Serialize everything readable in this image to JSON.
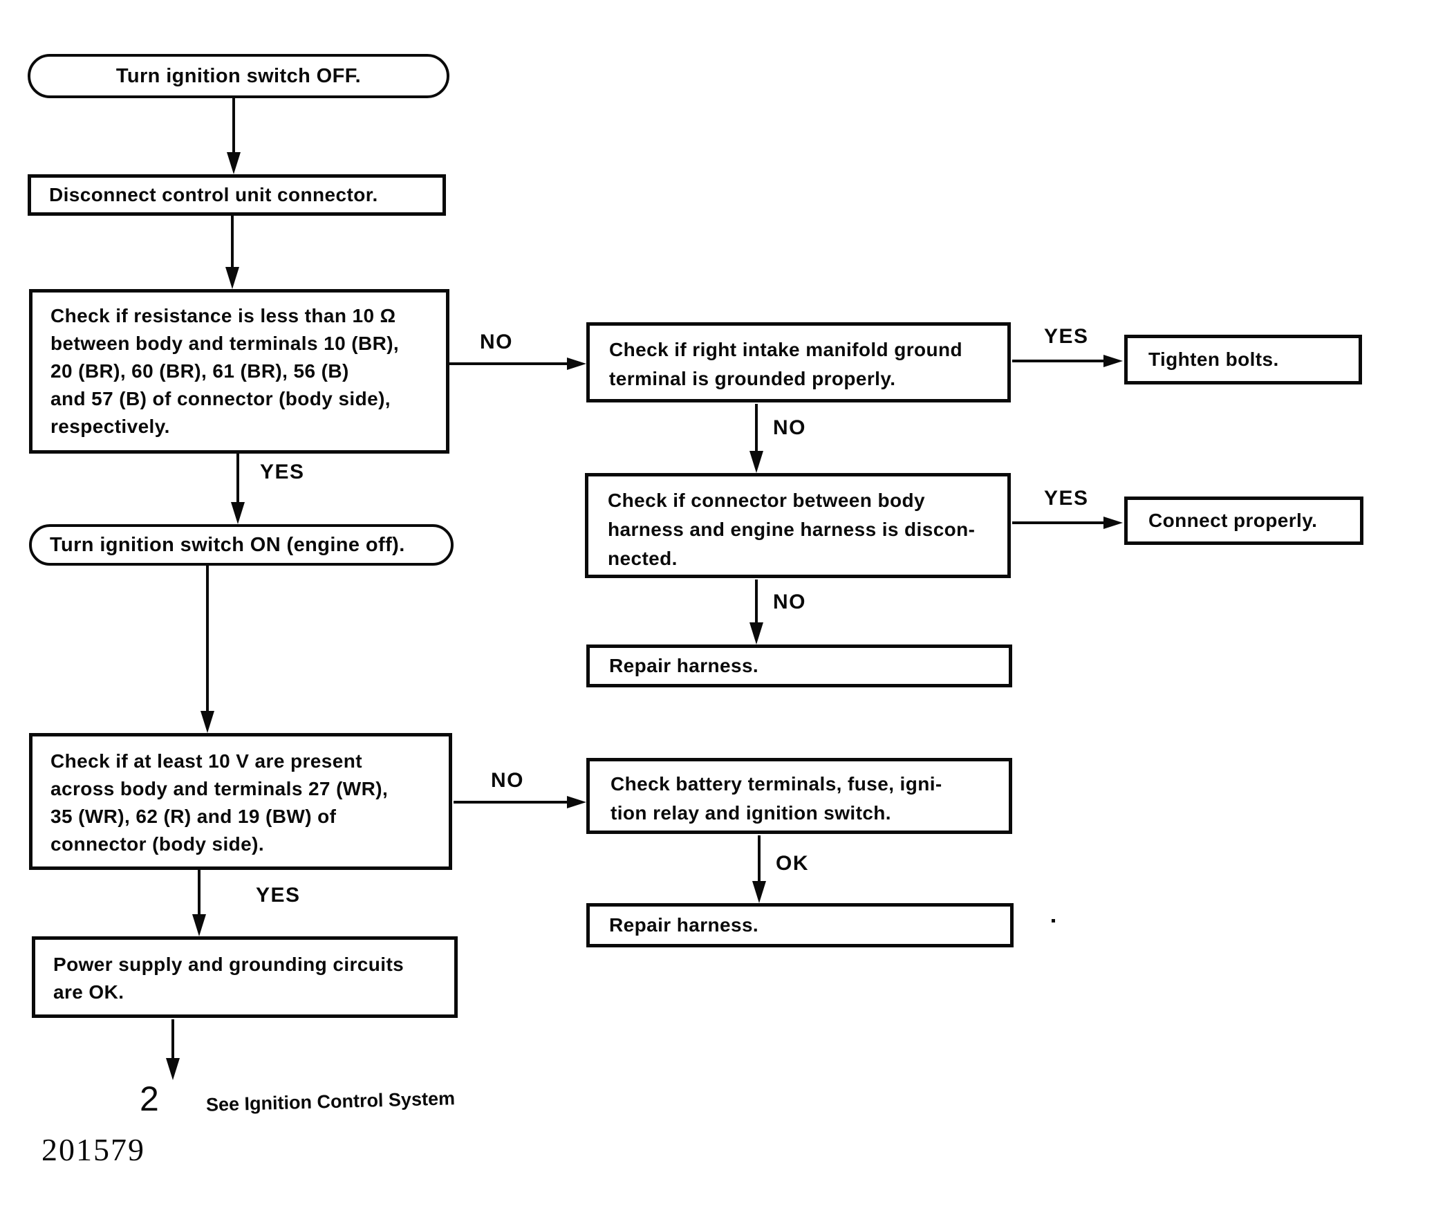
{
  "figure": {
    "number": "201579"
  },
  "edge_labels": {
    "yes": "YES",
    "no": "NO",
    "ok": "OK"
  },
  "off_page_connector": {
    "number": "2",
    "note": "See Ignition Control System"
  },
  "nodes": {
    "start": {
      "shape": "terminal",
      "text": "Turn ignition switch OFF."
    },
    "disconnect": {
      "shape": "process",
      "text": "Disconnect control unit connector."
    },
    "resistance_check": {
      "shape": "process",
      "lines": [
        "Check if resistance is less than 10 Ω",
        "between body and terminals 10 (BR),",
        "20 (BR), 60 (BR), 61 (BR), 56 (B)",
        "and 57 (B) of connector (body side),",
        "respectively."
      ]
    },
    "ignition_on": {
      "shape": "terminal",
      "text": "Turn ignition switch ON (engine off)."
    },
    "voltage_check": {
      "shape": "process",
      "lines": [
        "Check if at least 10 V are present",
        "across body and terminals 27 (WR),",
        "35 (WR), 62 (R) and 19 (BW) of",
        "connector (body side)."
      ]
    },
    "power_ok": {
      "shape": "process",
      "lines": [
        "Power supply and grounding circuits",
        "are OK."
      ]
    },
    "ground_terminal_check": {
      "shape": "process",
      "lines": [
        "Check if right intake manifold ground",
        "terminal is grounded properly."
      ]
    },
    "tighten_bolts": {
      "shape": "action",
      "text": "Tighten bolts."
    },
    "connector_check": {
      "shape": "process",
      "lines": [
        "Check if connector between body",
        "harness and engine harness is discon-",
        "nected."
      ]
    },
    "connect_properly": {
      "shape": "action",
      "text": "Connect properly."
    },
    "repair_harness_top": {
      "shape": "action",
      "text": "Repair harness."
    },
    "battery_check": {
      "shape": "process",
      "lines": [
        "Check battery terminals, fuse, igni-",
        "tion relay and ignition switch."
      ]
    },
    "repair_harness_bottom": {
      "shape": "action",
      "text": "Repair harness."
    }
  }
}
